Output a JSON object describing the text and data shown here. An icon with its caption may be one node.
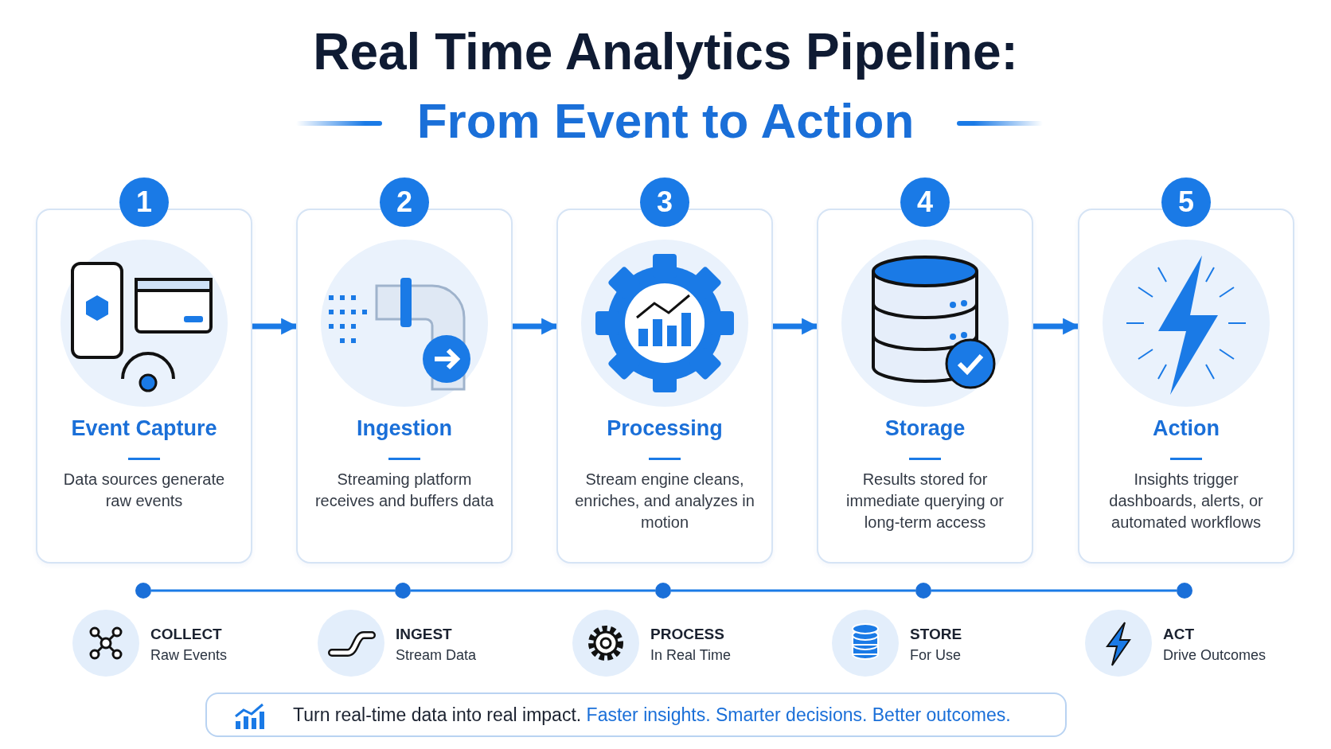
{
  "diagram": {
    "title": "Real Time Analytics Pipeline:",
    "nodes": [
      {
        "text": [
          "1",
          "Event Capture",
          "Data sources generate raw events"
        ]
      },
      {
        "text": [
          "2",
          "Ingestion",
          "Streaming platform receives and buffers data"
        ]
      },
      {
        "text": [
          "3",
          "Processing",
          "Stream engine cleans, enriches, and analyzes in motion"
        ]
      },
      {
        "text": [
          "4",
          "Storage",
          "Results stored for immediate querying or long-term access"
        ]
      },
      {
        "text": [
          "5",
          "Action",
          "Insights trigger dashboards, alerts, or automated workflows"
        ]
      },
      {
        "text": [],
        "shape": "circle"
      },
      {
        "text": [],
        "shape": "circle"
      },
      {
        "text": [],
        "shape": "circle"
      },
      {
        "text": [],
        "shape": "circle"
      },
      {
        "text": [],
        "shape": "circle"
      },
      {
        "text": [
          "Turn real-time data into real impact.",
          "Faster insights. Smarter decisions. Better outcomes."
        ]
      }
    ],
    "edges": [
      {
        "from": 0,
        "to": 1,
        "arrow": "to",
        "style": "thick"
      },
      {
        "from": 1,
        "to": 2,
        "arrow": "to",
        "style": "thick"
      },
      {
        "from": 2,
        "to": 3,
        "arrow": "to",
        "style": "thick"
      },
      {
        "from": 3,
        "to": 4,
        "arrow": "to",
        "style": "thick"
      },
      {
        "from": 5,
        "to": 6,
        "arrow": "none"
      },
      {
        "from": 6,
        "to": 7,
        "arrow": "none"
      },
      {
        "from": 7,
        "to": 8,
        "arrow": "none"
      },
      {
        "from": 8,
        "to": 9,
        "arrow": "none"
      }
    ],
    "labels": [
      "From Event to Action",
      "COLLECT",
      "Raw Events",
      "INGEST",
      "Stream Data",
      "PROCESS",
      "In Real Time",
      "STORE",
      "For Use",
      "ACT",
      "Drive Outcomes"
    ]
  }
}
